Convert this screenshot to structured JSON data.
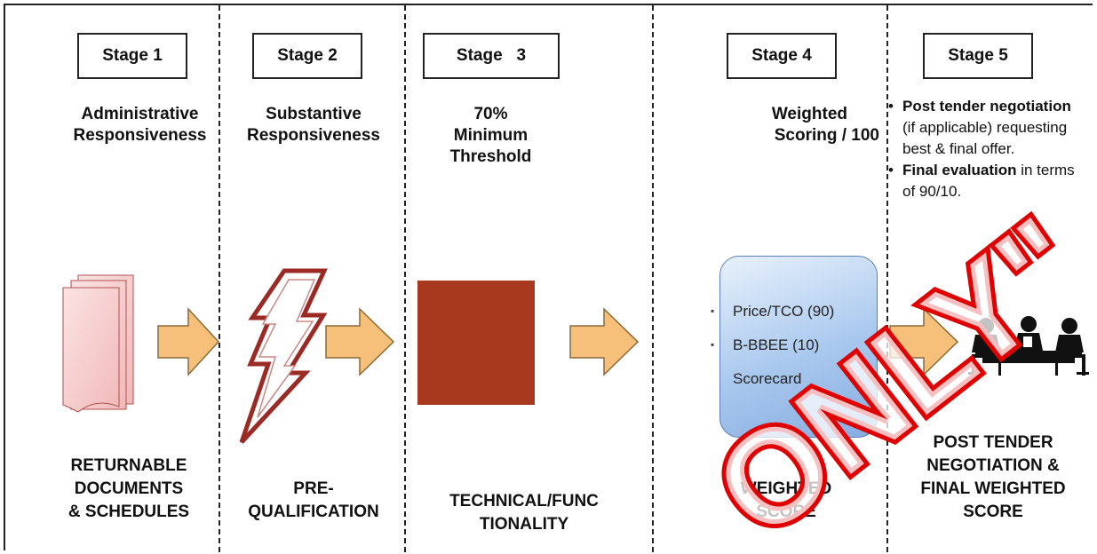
{
  "stages": [
    {
      "label": "Stage 1",
      "heading": [
        "Administrative",
        "Responsiveness"
      ],
      "bottom": [
        "RETURNABLE",
        "DOCUMENTS",
        "& SCHEDULES"
      ]
    },
    {
      "label": "Stage 2",
      "heading": [
        "Substantive",
        "Responsiveness"
      ],
      "bottom": [
        "PRE-",
        "QUALIFICATION"
      ]
    },
    {
      "label": "Stage   3",
      "heading": [
        "70%",
        "Minimum",
        "Threshold"
      ],
      "bottom": [
        "TECHNICAL/FUNC",
        "TIONALITY"
      ]
    },
    {
      "label": "Stage 4",
      "heading": [
        "Weighted",
        "Scoring / 100"
      ],
      "bottom": [
        "WEIGHTED",
        "SCORE"
      ]
    },
    {
      "label": "Stage 5",
      "heading": [],
      "bottom": [
        "POST TENDER",
        "NEGOTIATION &",
        "FINAL WEIGHTED",
        "SCORE"
      ]
    }
  ],
  "stage4_box": {
    "items": [
      "Price/TCO (90)",
      "B-BBEE (10)",
      "Scorecard"
    ]
  },
  "stage5_bullets": {
    "b1_bold": "Post tender negotiation",
    "b1_rest": "(if applicable) requesting best & final offer.",
    "b2_bold": "Final evaluation",
    "b2_rest": "in terms of 90/10."
  },
  "watermark": "ONLY\"",
  "colors": {
    "arrow_fill": "#f7c07a",
    "arrow_stroke": "#8a6a3a",
    "red_square": "#a8381e",
    "lightning_stroke": "#9b2a24",
    "watermark": "#e00000"
  }
}
